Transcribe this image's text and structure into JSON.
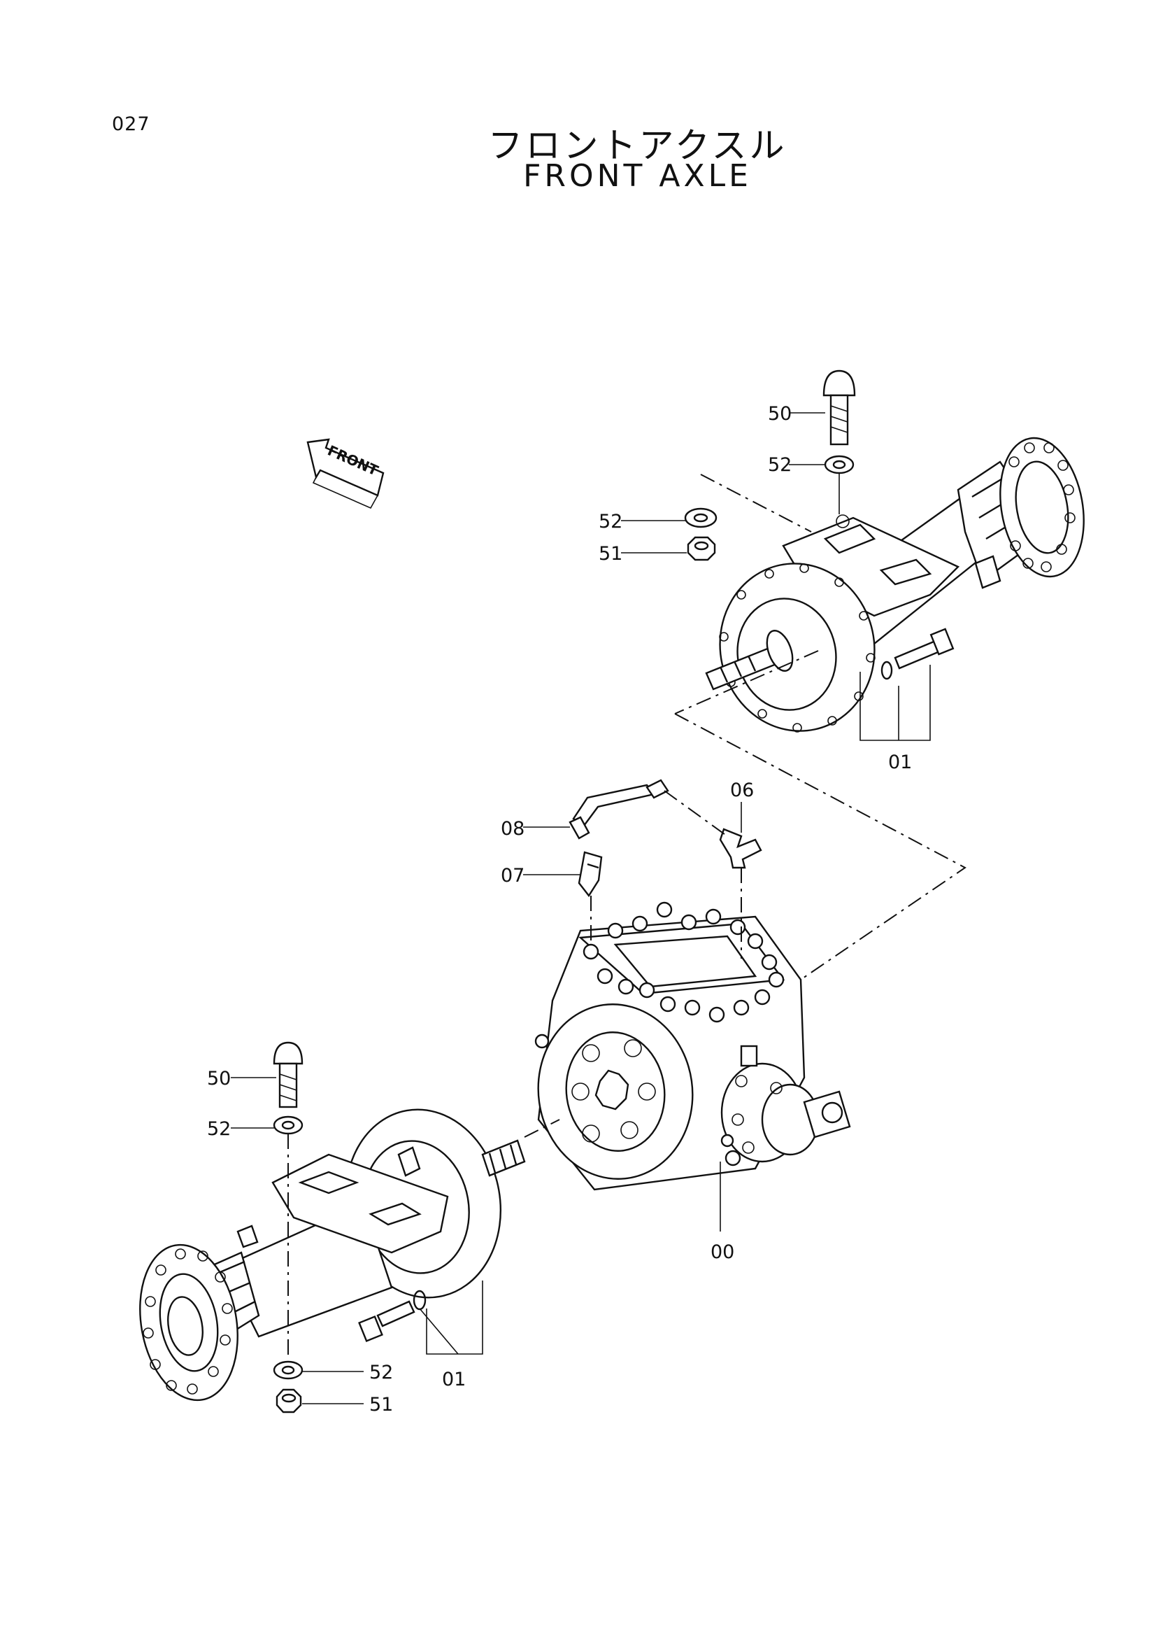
{
  "page_number": "027",
  "title_jp": "フロントアクスル",
  "title_en": "FRONT AXLE",
  "front_arrow_label": "FRONT",
  "callouts": {
    "top_50": "50",
    "top_52a": "52",
    "top_52b": "52",
    "top_51": "51",
    "top_01": "01",
    "mid_06": "06",
    "mid_08": "08",
    "mid_07": "07",
    "mid_00": "00",
    "bot_50": "50",
    "bot_52a": "52",
    "bot_52b": "52",
    "bot_51": "51",
    "bot_01": "01"
  }
}
